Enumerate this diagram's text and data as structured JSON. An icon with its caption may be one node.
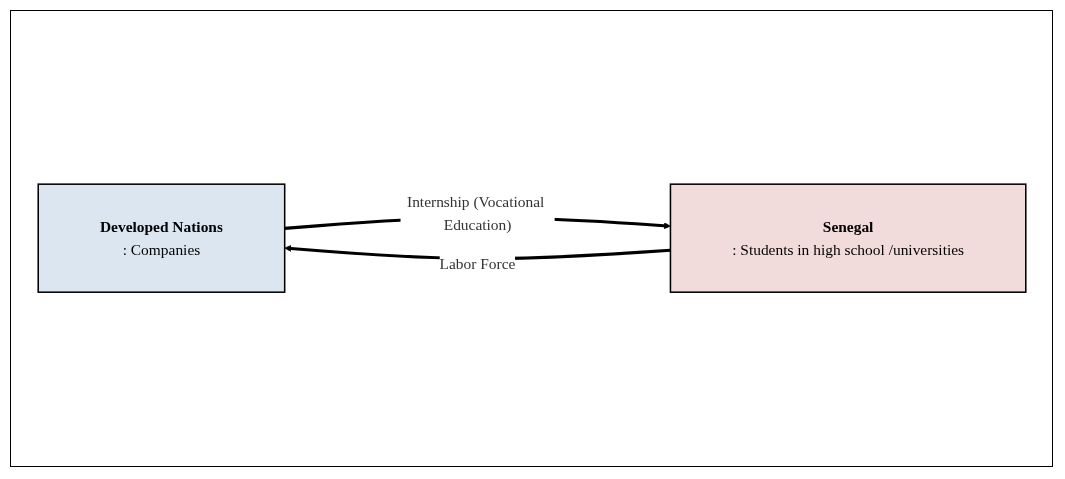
{
  "diagram": {
    "nodes": [
      {
        "text": [
          "Developed Nations",
          ": Companies"
        ]
      },
      {
        "text": [
          "Senegal",
          ": Students in high school /universities"
        ]
      }
    ],
    "edges": [
      {
        "from": 0,
        "to": 1,
        "arrow": "to",
        "label": "Internship (Vocational Education)"
      },
      {
        "from": 1,
        "to": 0,
        "arrow": "to",
        "label": "Labor Force"
      }
    ]
  }
}
